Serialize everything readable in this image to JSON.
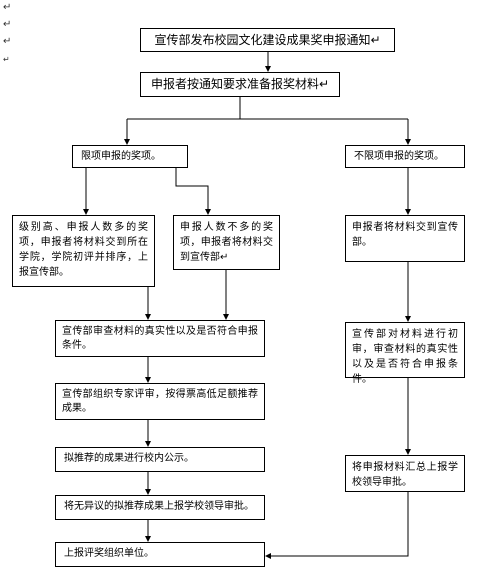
{
  "margin_marks": [
    "↵",
    "↵",
    "↵",
    "↵"
  ],
  "flow": {
    "notice": "宣传部发布校园文化建设成果奖申报通知↵",
    "prepare": "申报者按通知要求准备报奖材料↵",
    "limited": "限项申报的奖项。",
    "unlimited": "不限项申报的奖项。",
    "limited_high": "级别高、申报人数多的奖项，申报者将材料交到所在学院，学院初评并排序，上报宣传部。",
    "limited_low": "申报人数不多的奖项，申报者将材料交到宣传部↵",
    "review": "宣传部审查材料的真实性以及是否符合申报条件。",
    "expert_review": "宣传部组织专家评审，按得票高低足额推荐成果。",
    "publicity": "拟推荐的成果进行校内公示。",
    "leader_approval": "将无异议的拟推荐成果上报学校领导审批。",
    "report_organizer": "上报评奖组织单位。",
    "unlimited_submit": "申报者将材料交到宣传部。",
    "unlimited_preliminary": "宣传部对材料进行初审，审查材料的真实性以及是否符合申报条件。",
    "unlimited_summary": "将申报材料汇总上报学校领导审批。"
  },
  "colors": {
    "line": "#000000",
    "background": "#ffffff"
  }
}
